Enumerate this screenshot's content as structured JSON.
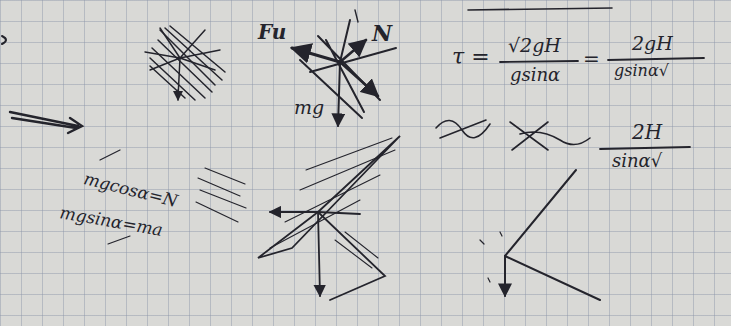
{
  "diagram": {
    "labels": [
      "Fu",
      "N",
      "mg",
      "mgcosα=N",
      "mgsinα=ma",
      "τ =",
      "√2gH",
      "gsinα",
      "=",
      "2gH",
      "gsinα√",
      "2H",
      "sinα√"
    ]
  }
}
